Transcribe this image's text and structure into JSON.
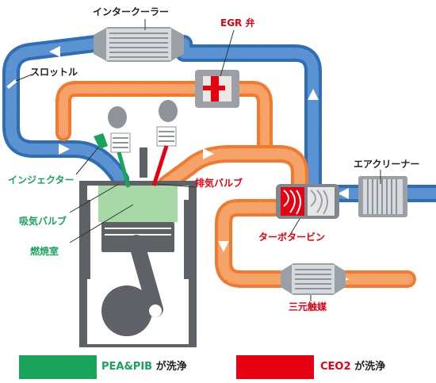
{
  "labels": {
    "intercooler": "インタークーラー",
    "egr_valve": "EGR 弁",
    "throttle": "スロットル",
    "air_cleaner": "エアクリーナー",
    "injector": "インジェクター",
    "exhaust_valve": "排気バルブ",
    "intake_valve": "吸気バルブ",
    "combustion_chamber": "燃焼室",
    "turbocharger": "ターボタービン",
    "catalyst": "三元触媒"
  },
  "legend": {
    "green_label": "PEA&PIB",
    "green_suffix": "が洗浄",
    "red_label": "CEO2",
    "red_suffix": "が洗浄"
  },
  "colors": {
    "intake_pipe": "#2f6db5",
    "exhaust_pipe": "#f07a2e",
    "green_clean": "#1aa35a",
    "red_clean": "#e60012"
  }
}
